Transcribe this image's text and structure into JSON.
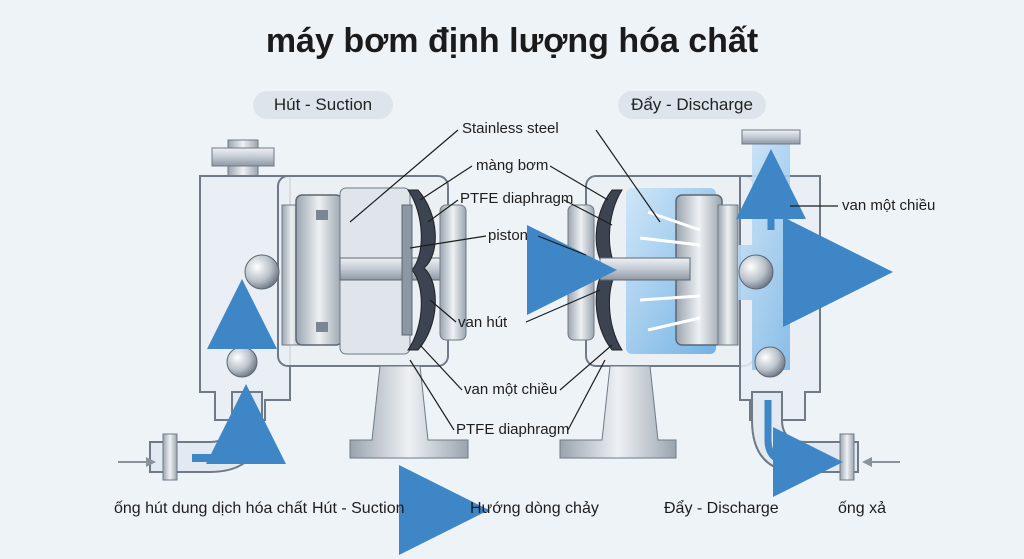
{
  "title": "máy bơm định lượng hóa chất",
  "sections": {
    "suction_label": "Hút - Suction",
    "discharge_label": "Đẩy - Discharge"
  },
  "callouts": {
    "stainless_steel": "Stainless steel",
    "mang_bom": "màng bơm",
    "ptfe_top": "PTFE diaphragm",
    "piston": "piston",
    "van_hut": "van hút",
    "van_mot_chieu_center": "van một chiều",
    "ptfe_bottom": "PTFE diaphragm",
    "van_mot_chieu_right": "van một chiều"
  },
  "legend": {
    "inlet_pipe": "ống hút dung dịch hóa chất",
    "suction": "Hút - Suction",
    "flow_direction": "Hướng dòng chảy",
    "discharge": "Đẩy - Discharge",
    "outlet_pipe": "ống xả"
  },
  "colors": {
    "flow_blue": "#3f86c7",
    "fluid_light": "#8cc3ec",
    "metal": "#c5ccd4",
    "metal_dark": "#6f7a86"
  }
}
